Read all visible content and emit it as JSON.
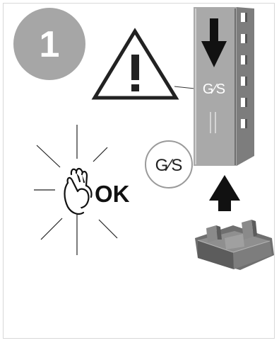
{
  "step": {
    "number": "1",
    "badge_color": "#a6a6a6"
  },
  "labels": {
    "ok_text": "OK",
    "post_logo_text": "G∕S",
    "callout_logo_text": "G∕S"
  },
  "icons": {
    "warning": "warning-triangle-icon",
    "hand_ok": "ok-hand-icon",
    "down_arrow": "down-arrow-icon",
    "up_arrow": "up-arrow-icon"
  },
  "colors": {
    "post_body": "#9c9c9c",
    "post_dark": "#5f5f5f",
    "post_light": "#cfcfcf",
    "cap_body": "#7a7a7a",
    "cap_dark": "#4f4f4f",
    "arrow": "#111111",
    "frame_border": "#d8d8d8"
  }
}
